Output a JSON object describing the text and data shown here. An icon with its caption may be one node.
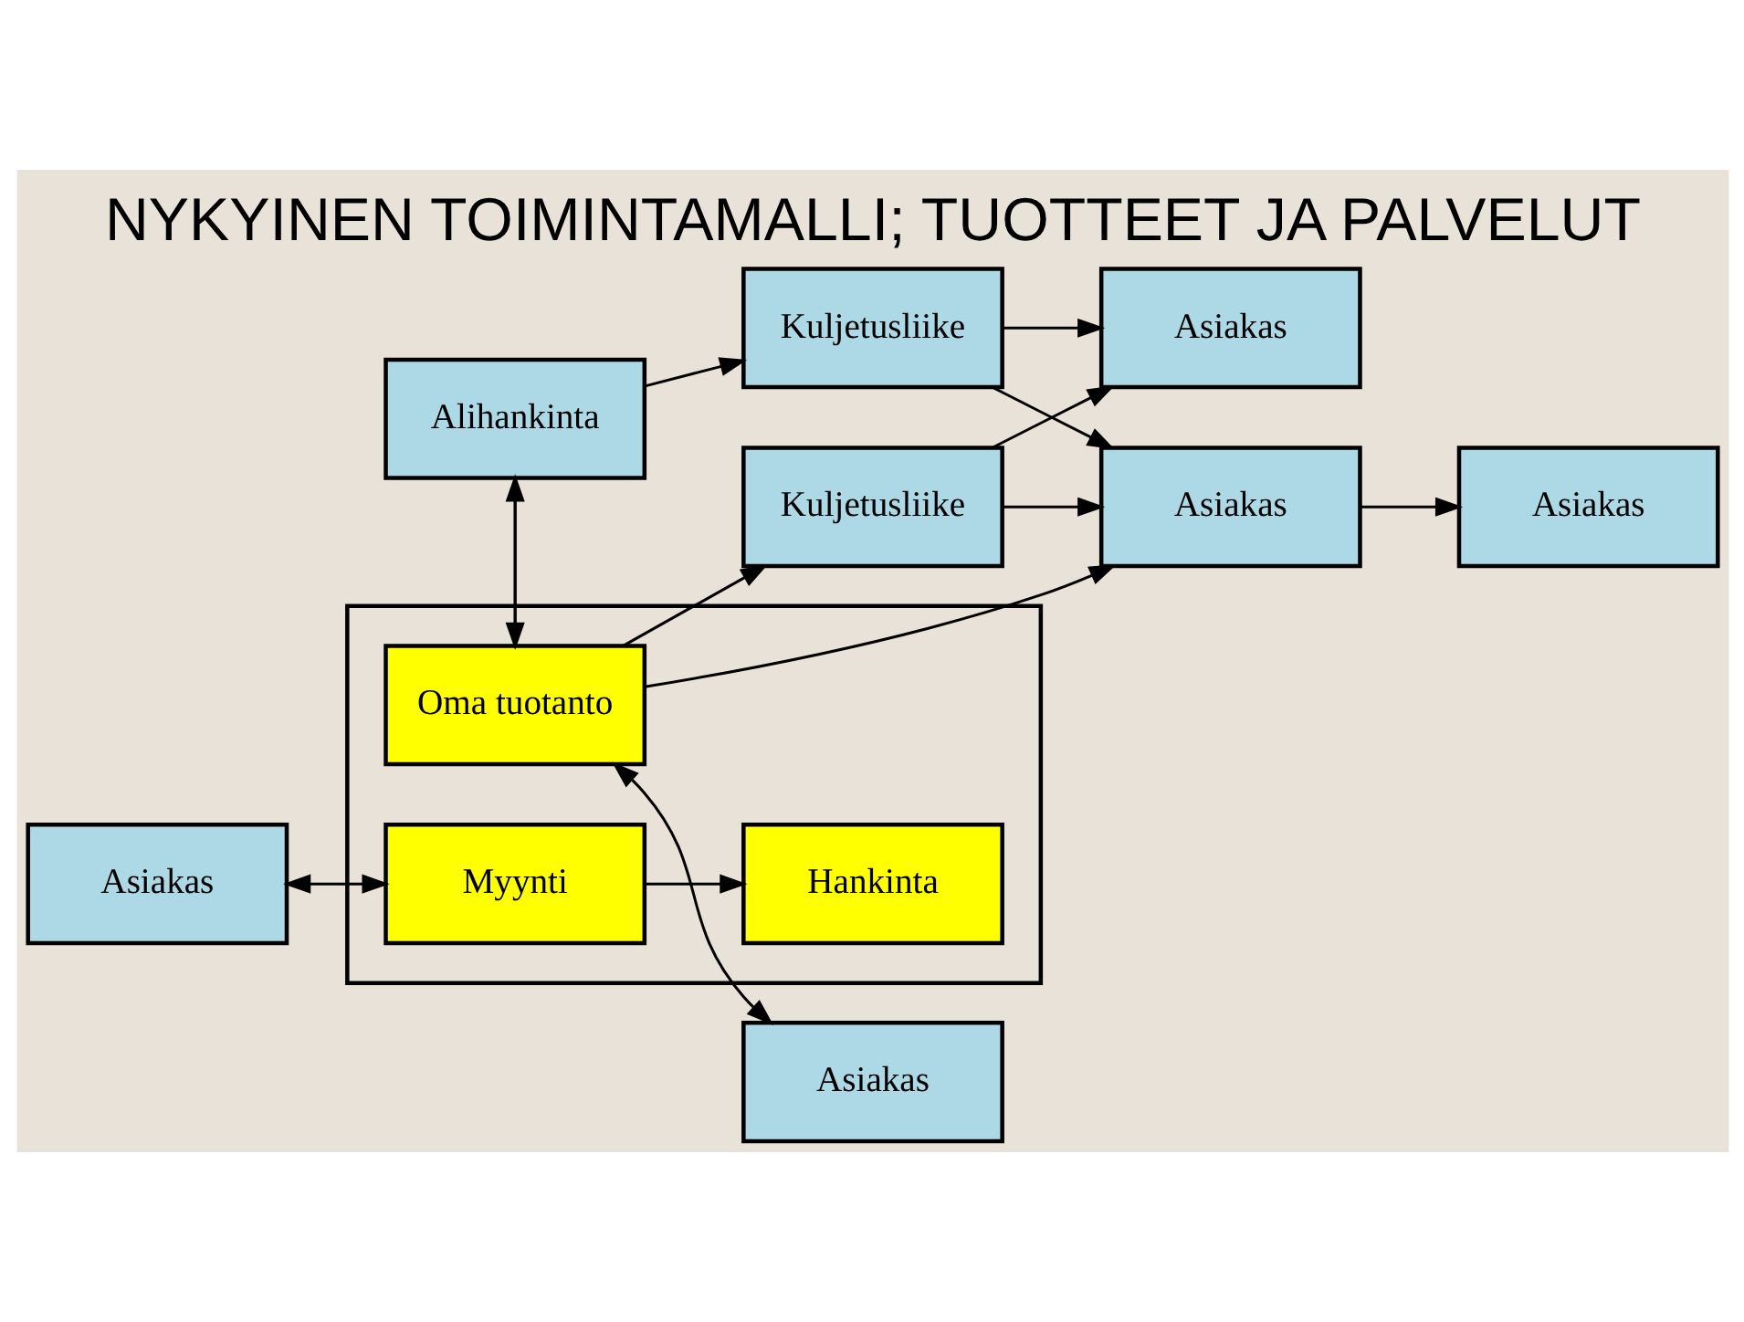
{
  "diagram": {
    "title": "NYKYINEN TOIMINTAMALLI; TUOTTEET JA PALVELUT",
    "nodes": [
      {
        "text": [],
        "shape": "box"
      },
      {
        "text": [
          "Myynti"
        ],
        "in": 0
      },
      {
        "text": [
          "Asiakas"
        ]
      },
      {
        "text": [
          "Hankinta"
        ],
        "in": 0
      },
      {
        "text": [
          "Oma tuotanto"
        ],
        "in": 0
      },
      {
        "text": [
          "Asiakas"
        ]
      },
      {
        "text": [
          "Kuljetusliike"
        ]
      },
      {
        "text": [
          "Alihankinta"
        ]
      },
      {
        "text": [
          "Kuljetusliike"
        ]
      },
      {
        "text": [
          "Asiakas"
        ]
      },
      {
        "text": [
          "Asiakas"
        ]
      },
      {
        "text": [
          "Asiakas"
        ]
      }
    ],
    "edges": [
      {
        "from": 2,
        "to": 1,
        "arrow": "both"
      },
      {
        "from": 1,
        "to": 3,
        "arrow": "to"
      },
      {
        "from": 4,
        "to": 5,
        "arrow": "both"
      },
      {
        "from": 4,
        "to": 9,
        "arrow": "to"
      },
      {
        "from": 4,
        "to": 6,
        "arrow": "to"
      },
      {
        "from": 4,
        "to": 7,
        "arrow": "to"
      },
      {
        "from": 7,
        "to": 4,
        "arrow": "to"
      },
      {
        "from": 7,
        "to": 8,
        "arrow": "to"
      },
      {
        "from": 6,
        "to": 9,
        "arrow": "to"
      },
      {
        "from": 6,
        "to": 11,
        "arrow": "to"
      },
      {
        "from": 8,
        "to": 9,
        "arrow": "to"
      },
      {
        "from": 8,
        "to": 11,
        "arrow": "to"
      },
      {
        "from": 9,
        "to": 10,
        "arrow": "to"
      }
    ]
  }
}
